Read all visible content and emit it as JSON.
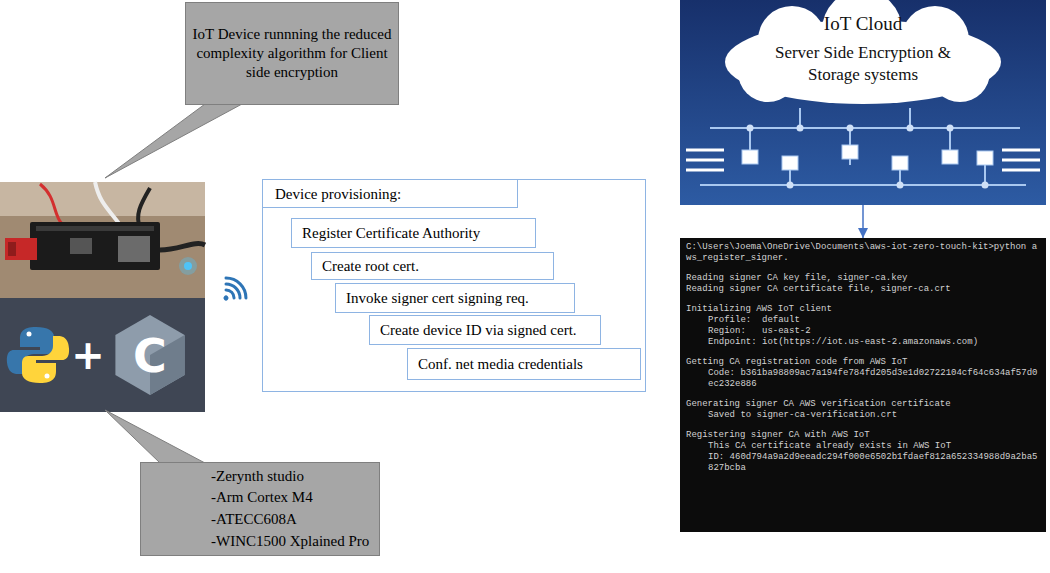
{
  "diagram": {
    "nodes": [
      {
        "text": [
          "IoT Device runnning the reduced complexity algorithm for Client side encryption"
        ]
      },
      {
        "text": [
          "Device provisioning:"
        ]
      },
      {
        "text": [
          "Register Certificate Authority"
        ],
        "in": 1
      },
      {
        "text": [
          "Create root cert."
        ],
        "in": 1
      },
      {
        "text": [
          "Invoke signer cert signing req."
        ],
        "in": 1
      },
      {
        "text": [
          "Create device ID via signed cert."
        ],
        "in": 1
      },
      {
        "text": [
          "Conf. net media credentials"
        ],
        "in": 1
      },
      {
        "text": [
          "IoT Cloud",
          "Server Side Encryption & Storage systems"
        ]
      },
      {
        "text": [
          "C:\\Users\\Joema\\OneDrive\\Documents\\aws-iot-zero-touch-kit>python aws_register_signer.",
          "Reading signer CA key file, signer-ca.key",
          "Reading signer CA certificate file, signer-ca.crt",
          "Initializing AWS IoT client",
          "Profile:  default",
          "Region:   us-east-2",
          "Endpoint: iot(https://iot.us-east-2.amazonaws.com)",
          "Getting CA registration code from AWS IoT",
          "Code: b361ba98809ac7a194fe784fd205d3e1d02722104cf64c634af57d0ec232e886",
          "Generating signer CA AWS verification certificate",
          "Saved to signer-ca-verification.crt",
          "Registering signer CA with AWS IoT",
          "This CA certificate already exists in AWS IoT",
          "ID: 460d794a9a2d9eeadc294f000e6502b1fdaef812a652334988d9a2ba5827bcba"
        ]
      },
      {
        "text": [
          "-Zerynth studio",
          "-Arm Cortex M4",
          "-ATECC608A",
          "-WINC1500 Xplained Pro"
        ]
      }
    ],
    "edges": [
      {
        "from": 7,
        "to": 8,
        "arrow": "to"
      }
    ],
    "labels": [
      "+",
      "C"
    ]
  }
}
